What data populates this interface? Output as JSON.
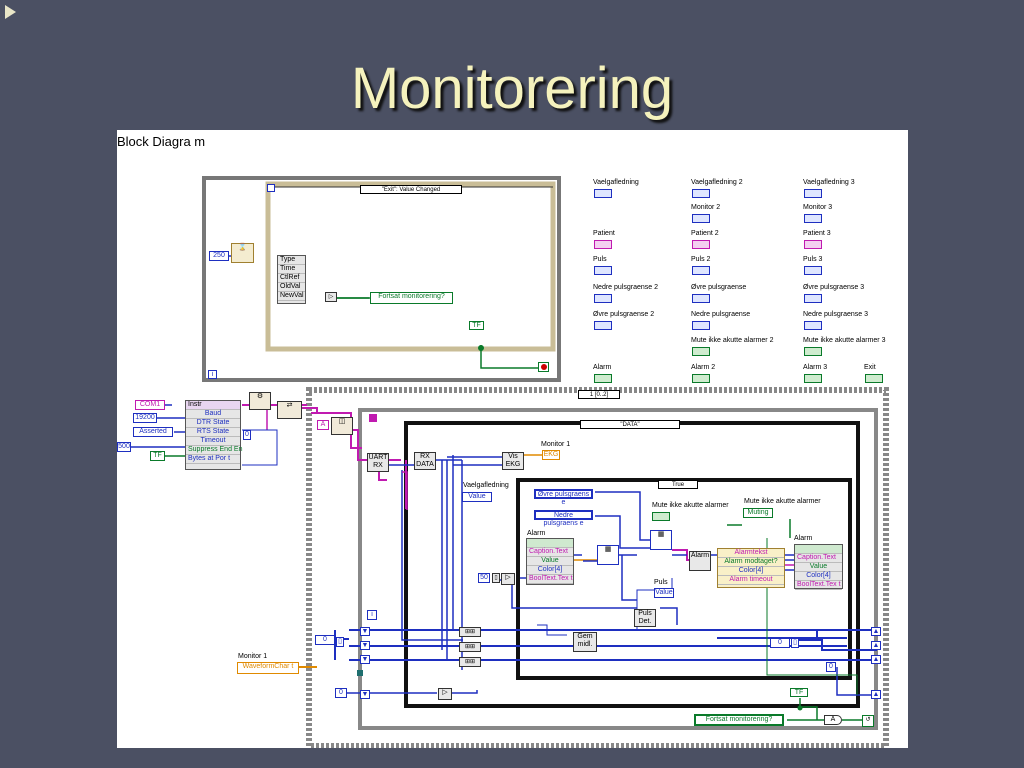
{
  "slide": {
    "title": "Monitorering"
  },
  "window": {
    "title": "Block Diagra m"
  },
  "event_struct": {
    "case_label": "\"Exit\": Value Changed",
    "wait_const": "250",
    "event_data": [
      "Type",
      "Time",
      "CtlRef",
      "OldVal",
      "NewVal"
    ],
    "fortsat_label": "Fortsat monitorering?",
    "iter_label": "i"
  },
  "controls": {
    "col1": [
      {
        "label": "Vaelgafledning",
        "chip": "blue"
      },
      {
        "label": "Patient",
        "chip": "magenta"
      },
      {
        "label": "Puls",
        "chip": "blue"
      },
      {
        "label": "Nedre pulsgraense 2",
        "chip": "blue"
      },
      {
        "label": "Øvre pulsgraense 2",
        "chip": "blue"
      },
      {
        "label": "Alarm",
        "chip": "green"
      }
    ],
    "col2": [
      {
        "label": "Vaelgafledning 2",
        "chip": "blue"
      },
      {
        "label": "Monitor 2",
        "chip": "blue"
      },
      {
        "label": "Patient 2",
        "chip": "magenta"
      },
      {
        "label": "Puls 2",
        "chip": "blue"
      },
      {
        "label": "Øvre pulsgraense",
        "chip": "blue"
      },
      {
        "label": "Nedre pulsgraense",
        "chip": "blue"
      },
      {
        "label": "Mute ikke akutte alarmer 2",
        "chip": "green"
      },
      {
        "label": "Alarm 2",
        "chip": "green"
      }
    ],
    "col3": [
      {
        "label": "Vaelgafledning 3",
        "chip": "blue"
      },
      {
        "label": "Monitor 3",
        "chip": "blue"
      },
      {
        "label": "Patient 3",
        "chip": "magenta"
      },
      {
        "label": "Puls 3",
        "chip": "blue"
      },
      {
        "label": "Øvre pulsgraense 3",
        "chip": "blue"
      },
      {
        "label": "Nedre pulsgraense 3",
        "chip": "blue"
      },
      {
        "label": "Mute ikke akutte alarmer 3",
        "chip": "green"
      },
      {
        "label": "Alarm 3",
        "chip": "green"
      }
    ],
    "exit_label": "Exit"
  },
  "serial": {
    "com": "COM1",
    "baud_const": "19200",
    "asserted": "Asserted",
    "timeout_const": "500",
    "tf_const": "TF",
    "instr": "Instr",
    "props": [
      "Baud",
      "DTR State",
      "RTS State",
      "Timeout",
      "Suppress End En",
      "Bytes at Por t"
    ],
    "zero_const": "0"
  },
  "main_loop": {
    "seq_label": "1 [0..2]",
    "case_data": "\"DATA\"",
    "case_true": "True",
    "uart": "UART RX",
    "rx": "RX DATA",
    "vis_ekg": "Vis EKG",
    "monitor1": "Monitor 1",
    "vaelgafledning": "Vaelgafledning",
    "value": "Value",
    "ovre": "Øvre pulsgraens e",
    "nedre": "Nedre pulsgraens e",
    "mute": "Mute ikke akutte alarmer",
    "mute2": "Mute ikke akutte alarmer",
    "muting": "Muting",
    "alarm": "Alarm",
    "alarm_props": [
      "Caption.Text",
      "Value",
      "Color[4]",
      "BoolText.Tex t"
    ],
    "alarm_node": "Alarm",
    "alarm_outputs": [
      "Alarmtekst",
      "Alarm modtaget?",
      "Color[4]",
      "Alarm timeout"
    ],
    "alarm2": "Alarm",
    "alarm2_props": [
      "Caption.Text",
      "Value",
      "Color[4]",
      "BoolText.Tex t"
    ],
    "const50": "50",
    "puls": "Puls",
    "puls_value": "Value",
    "puls_det": "Puls Det.",
    "gem": "Gem midl.",
    "monitor1_chart_label": "Monitor 1",
    "waveform": "WaveformChar t",
    "const0a": "0",
    "const0b": "0",
    "const0c": "0",
    "const0d": "0",
    "i_label": "i",
    "fortsat": "Fortsat monitorering?",
    "tf_label": "TF",
    "a_label": "A"
  }
}
